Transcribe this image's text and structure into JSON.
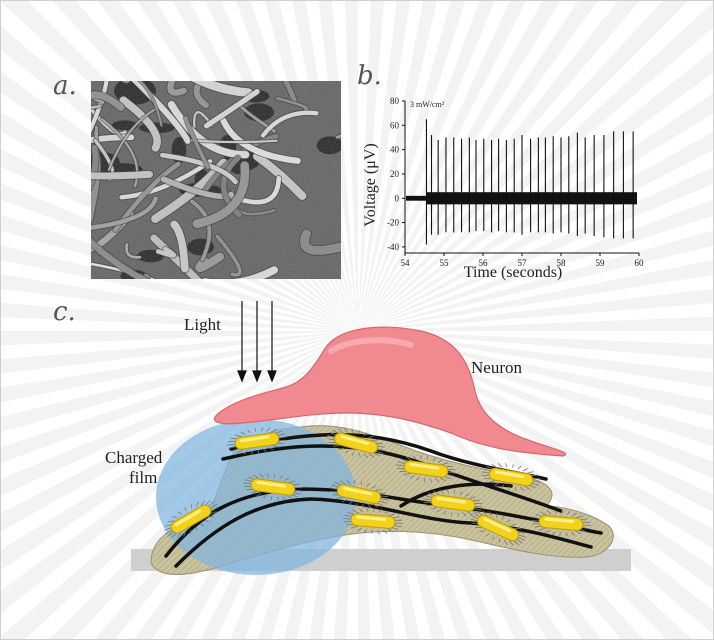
{
  "panels": {
    "a": {
      "letter": "a."
    },
    "b": {
      "letter": "b."
    },
    "c": {
      "letter": "c."
    }
  },
  "chart_data": {
    "type": "line",
    "annotation": "3 mW/cm²",
    "xlabel": "Time (seconds)",
    "ylabel": "Voltage (μV)",
    "xlim": [
      54,
      60
    ],
    "ylim": [
      -45,
      80
    ],
    "xticks": [
      54,
      55,
      56,
      57,
      58,
      59,
      60
    ],
    "yticks": [
      -40,
      -20,
      0,
      20,
      40,
      60,
      80
    ],
    "noise_band": [
      -5,
      5
    ],
    "light_onset": 54.55,
    "spikes": [
      {
        "t": 54.55,
        "up": 65,
        "down": -38
      },
      {
        "t": 54.68,
        "up": 52,
        "down": -30
      },
      {
        "t": 54.85,
        "up": 48,
        "down": -30
      },
      {
        "t": 55.05,
        "up": 50,
        "down": -28
      },
      {
        "t": 55.25,
        "up": 50,
        "down": -28
      },
      {
        "t": 55.45,
        "up": 49,
        "down": -28
      },
      {
        "t": 55.65,
        "up": 50,
        "down": -28
      },
      {
        "t": 55.82,
        "up": 48,
        "down": -27
      },
      {
        "t": 56.02,
        "up": 49,
        "down": -27
      },
      {
        "t": 56.22,
        "up": 48,
        "down": -28
      },
      {
        "t": 56.4,
        "up": 49,
        "down": -27
      },
      {
        "t": 56.6,
        "up": 48,
        "down": -28
      },
      {
        "t": 56.8,
        "up": 49,
        "down": -28
      },
      {
        "t": 57.0,
        "up": 52,
        "down": -30
      },
      {
        "t": 57.22,
        "up": 49,
        "down": -28
      },
      {
        "t": 57.42,
        "up": 50,
        "down": -28
      },
      {
        "t": 57.6,
        "up": 50,
        "down": -28
      },
      {
        "t": 57.8,
        "up": 51,
        "down": -29
      },
      {
        "t": 58.0,
        "up": 50,
        "down": -28
      },
      {
        "t": 58.2,
        "up": 51,
        "down": -29
      },
      {
        "t": 58.42,
        "up": 54,
        "down": -31
      },
      {
        "t": 58.62,
        "up": 50,
        "down": -29
      },
      {
        "t": 58.85,
        "up": 52,
        "down": -31
      },
      {
        "t": 59.1,
        "up": 52,
        "down": -32
      },
      {
        "t": 59.35,
        "up": 55,
        "down": -33
      },
      {
        "t": 59.6,
        "up": 55,
        "down": -33
      },
      {
        "t": 59.85,
        "up": 55,
        "down": -33
      }
    ]
  },
  "diagram": {
    "light_label": "Light",
    "neuron_label": "Neuron",
    "film_label_line1": "Charged",
    "film_label_line2": "film"
  },
  "colors": {
    "neuron": "#f08a90",
    "film": "#7fb4e0",
    "nanowire_body": "#c9c29c",
    "nanoparticle": "#f2d21a",
    "substrate": "#cfcfcf",
    "wire": "#111111"
  }
}
